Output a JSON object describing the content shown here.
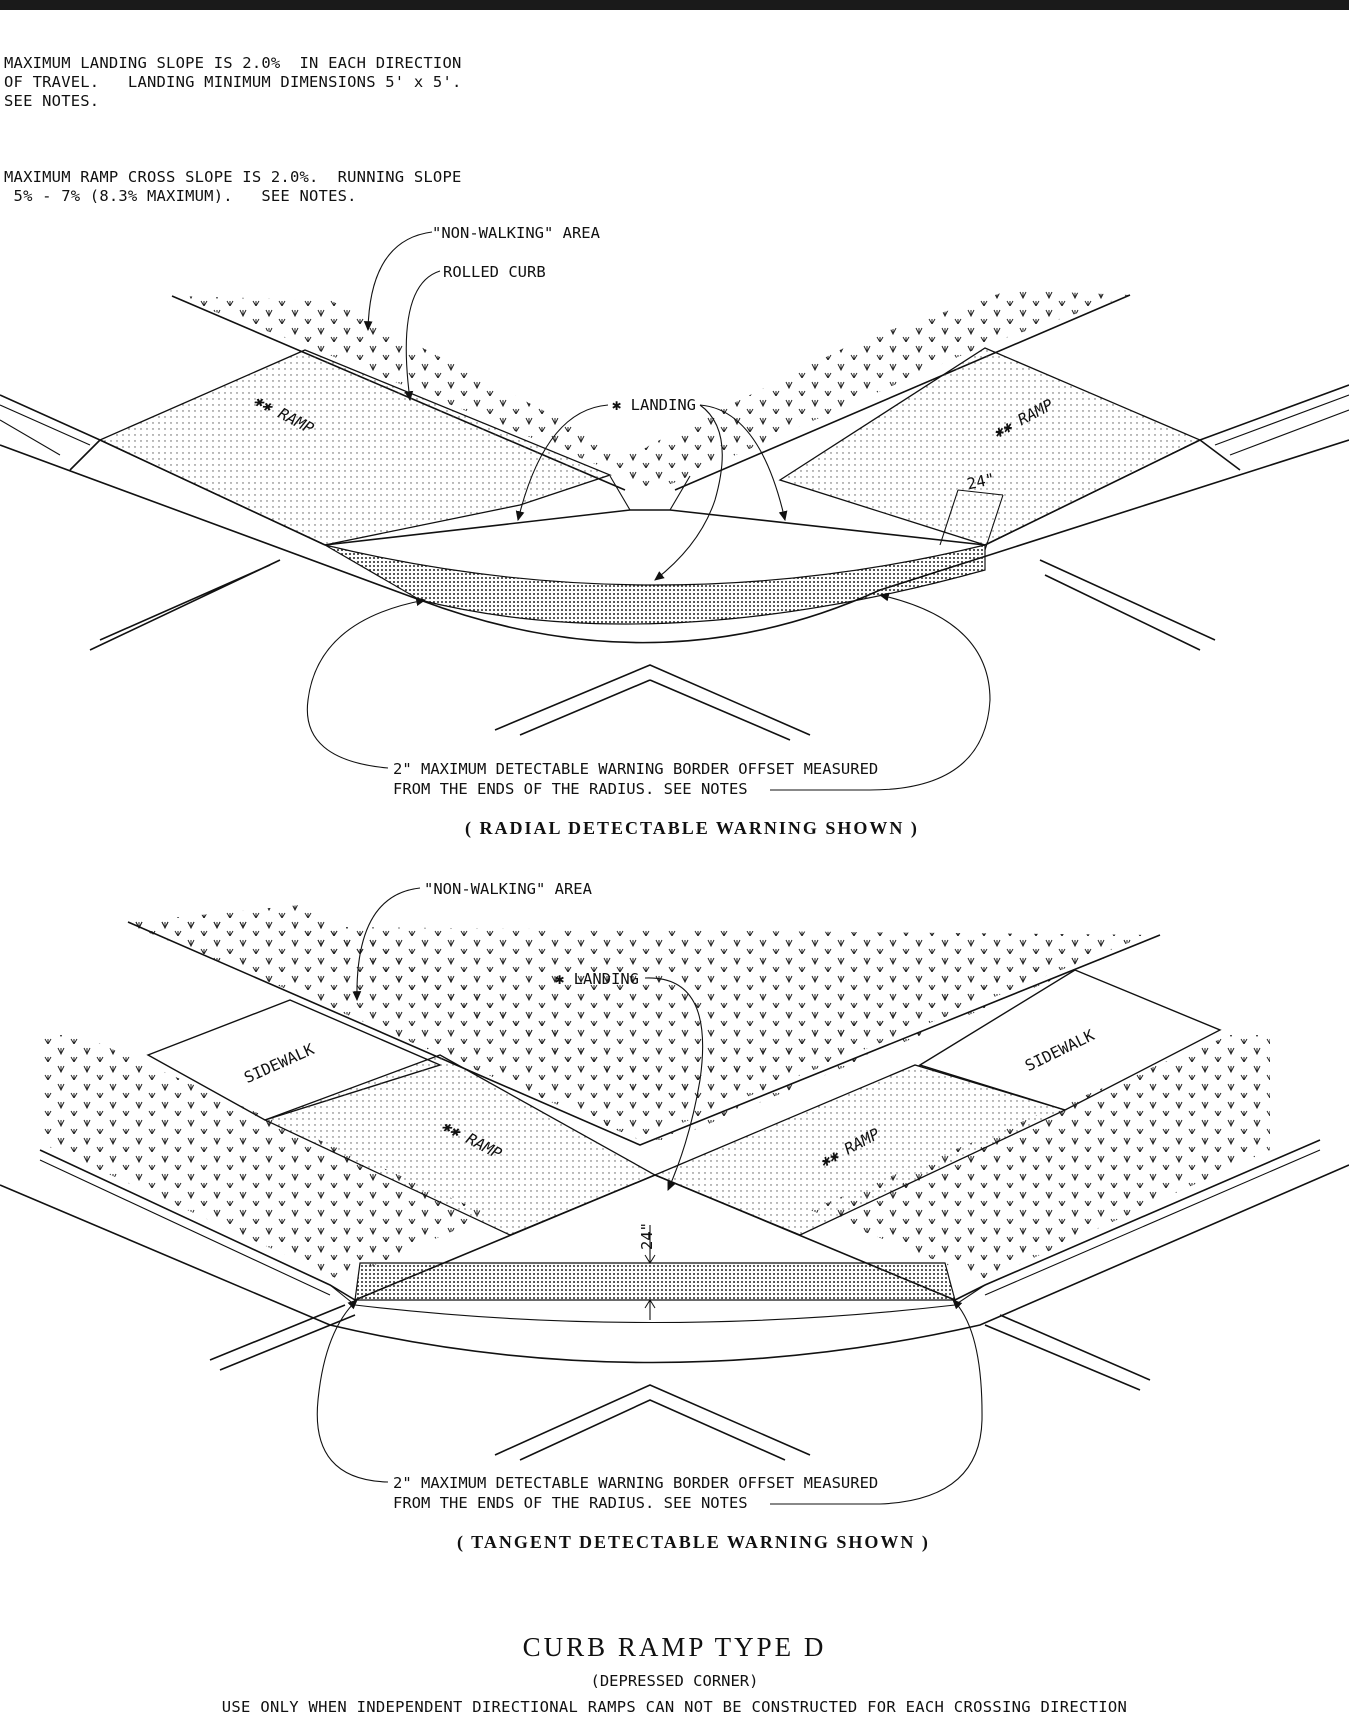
{
  "notes": {
    "landing": "MAXIMUM LANDING SLOPE IS 2.0%  IN EACH DIRECTION\nOF TRAVEL.   LANDING MINIMUM DIMENSIONS 5' x 5'.\nSEE NOTES.",
    "ramp": "MAXIMUM RAMP CROSS SLOPE IS 2.0%.  RUNNING SLOPE\n 5% - 7% (8.3% MAXIMUM).   SEE NOTES."
  },
  "radial": {
    "non_walking": "\"NON-WALKING\" AREA",
    "rolled_curb": "ROLLED CURB",
    "landing": "✱ LANDING",
    "ramp_left": "✱✱ RAMP",
    "ramp_right": "✱✱ RAMP",
    "dim": "24\"",
    "border_note_1": "2\" MAXIMUM DETECTABLE WARNING BORDER OFFSET MEASURED",
    "border_note_2": "FROM THE ENDS OF THE RADIUS.  SEE NOTES",
    "caption": "( RADIAL DETECTABLE WARNING SHOWN )"
  },
  "tangent": {
    "non_walking": "\"NON-WALKING\" AREA",
    "landing": "✱ LANDING",
    "sidewalk_left": "SIDEWALK",
    "sidewalk_right": "SIDEWALK",
    "ramp_left": "✱✱ RAMP",
    "ramp_right": "✱✱ RAMP",
    "dim": "24\"",
    "border_note_1": "2\" MAXIMUM DETECTABLE WARNING BORDER OFFSET MEASURED",
    "border_note_2": "FROM THE ENDS OF THE RADIUS.  SEE NOTES",
    "caption": "( TANGENT DETECTABLE WARNING SHOWN )"
  },
  "title": {
    "main": "CURB RAMP TYPE D",
    "sub": "(DEPRESSED CORNER)",
    "usage": "USE ONLY WHEN INDEPENDENT DIRECTIONAL RAMPS CAN NOT BE CONSTRUCTED FOR EACH CROSSING DIRECTION"
  }
}
